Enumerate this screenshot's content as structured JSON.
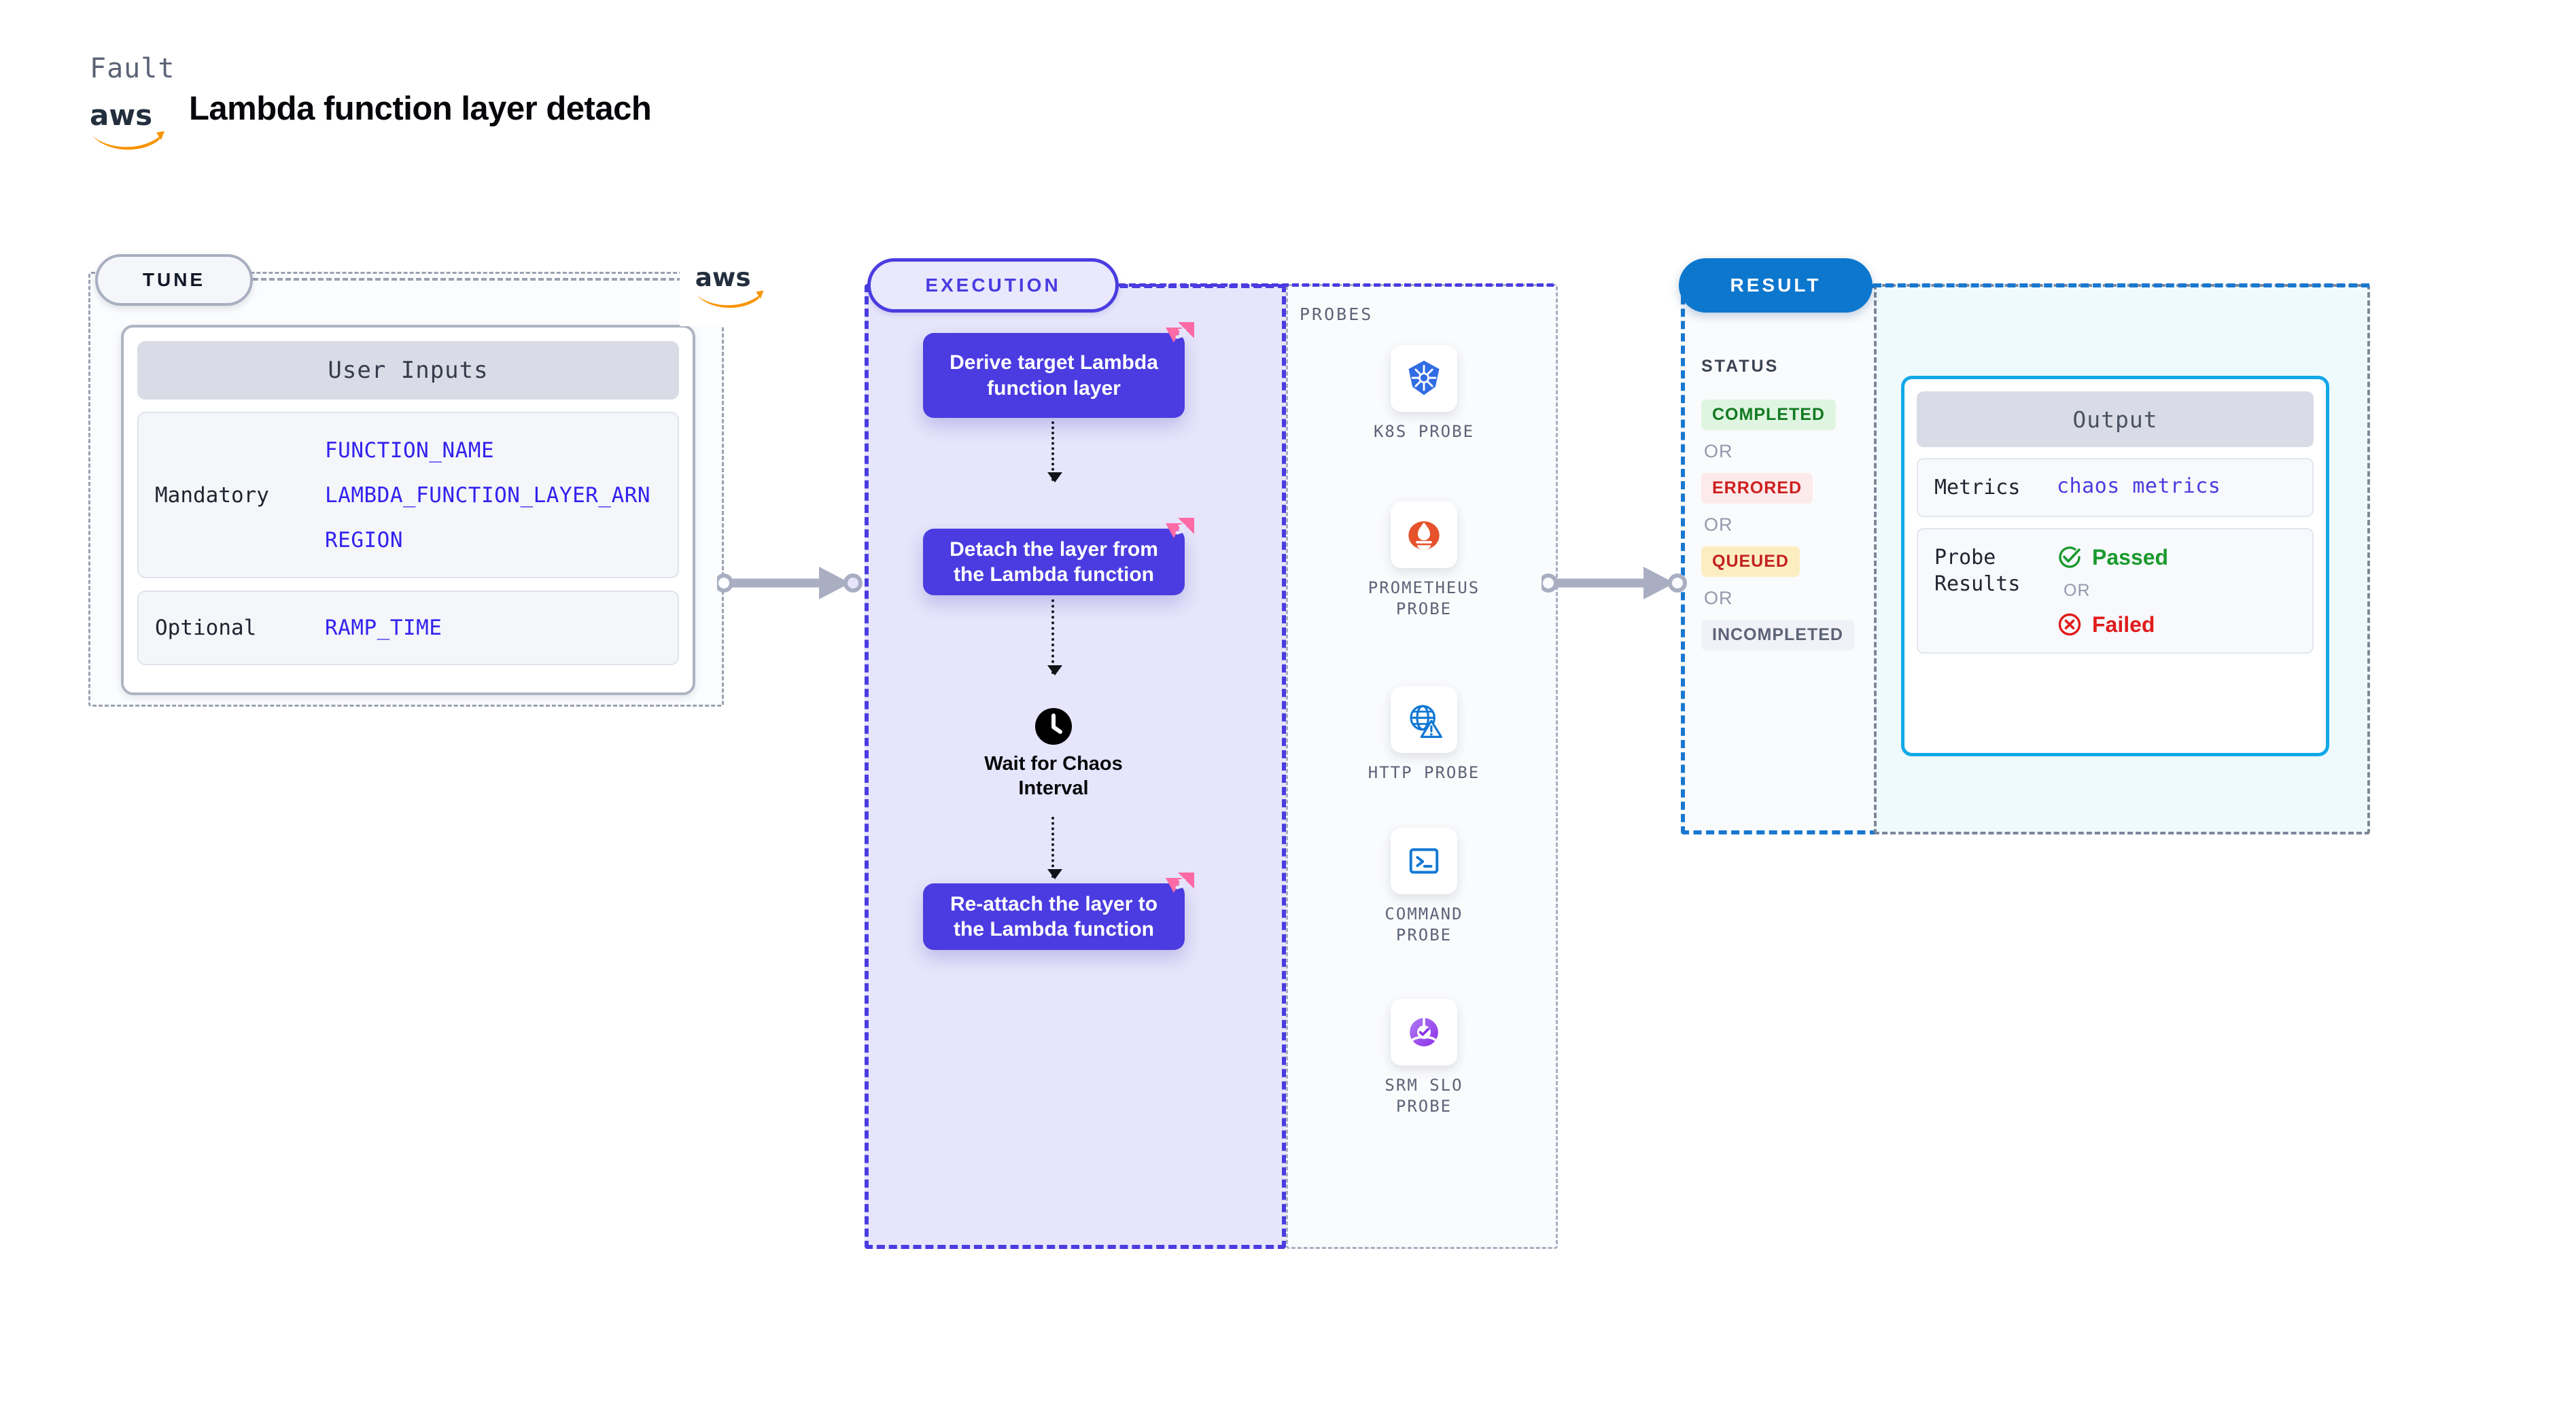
{
  "header": {
    "kicker": "Fault",
    "title": "Lambda function layer detach",
    "logo": "aws-logo"
  },
  "tune": {
    "pill_label": "TUNE",
    "card_title": "User Inputs",
    "rows": [
      {
        "key": "Mandatory",
        "values": [
          "FUNCTION_NAME",
          "LAMBDA_FUNCTION_LAYER_ARN",
          "REGION"
        ]
      },
      {
        "key": "Optional",
        "values": [
          "RAMP_TIME"
        ]
      }
    ]
  },
  "execution": {
    "pill_label": "EXECUTION",
    "steps": [
      {
        "label": "Derive target Lambda function layer",
        "badge": "chaos-badge-icon"
      },
      {
        "label": "Detach the layer from the Lambda function",
        "badge": "chaos-badge-icon"
      },
      {
        "label": "Re-attach the layer to the Lambda function",
        "badge": "chaos-badge-icon"
      }
    ],
    "wait": {
      "label": "Wait for Chaos Interval",
      "icon": "clock-icon"
    }
  },
  "probes": {
    "title": "PROBES",
    "items": [
      {
        "label": "K8S PROBE",
        "icon": "kubernetes-icon"
      },
      {
        "label": "PROMETHEUS PROBE",
        "icon": "prometheus-icon"
      },
      {
        "label": "HTTP PROBE",
        "icon": "http-globe-icon"
      },
      {
        "label": "COMMAND PROBE",
        "icon": "terminal-icon"
      },
      {
        "label": "SRM SLO PROBE",
        "icon": "srm-slo-icon"
      }
    ]
  },
  "result": {
    "pill_label": "RESULT",
    "status_title": "STATUS",
    "or_label": "OR",
    "statuses": [
      {
        "label": "COMPLETED",
        "bg": "#dff5e1",
        "fg": "#117a21"
      },
      {
        "label": "ERRORED",
        "bg": "#fdeaea",
        "fg": "#cc1f1f"
      },
      {
        "label": "QUEUED",
        "bg": "#fdeec2",
        "fg": "#c22222"
      },
      {
        "label": "INCOMPLETED",
        "bg": "#f1f2f7",
        "fg": "#5d6377"
      }
    ]
  },
  "output": {
    "card_title": "Output",
    "metrics_key": "Metrics",
    "metrics_value": "chaos metrics",
    "probe_results_key": "Probe Results",
    "or_label": "OR",
    "passed_label": "Passed",
    "failed_label": "Failed",
    "passed_color": "#1a9a2e",
    "failed_color": "#e01b1b"
  },
  "colors": {
    "accent_purple": "#4a3ce0",
    "accent_blue": "#0d77ce",
    "accent_cyan": "#13a8e8",
    "chaos_pink": "#fd6aa6",
    "aws_orange": "#f79400"
  }
}
